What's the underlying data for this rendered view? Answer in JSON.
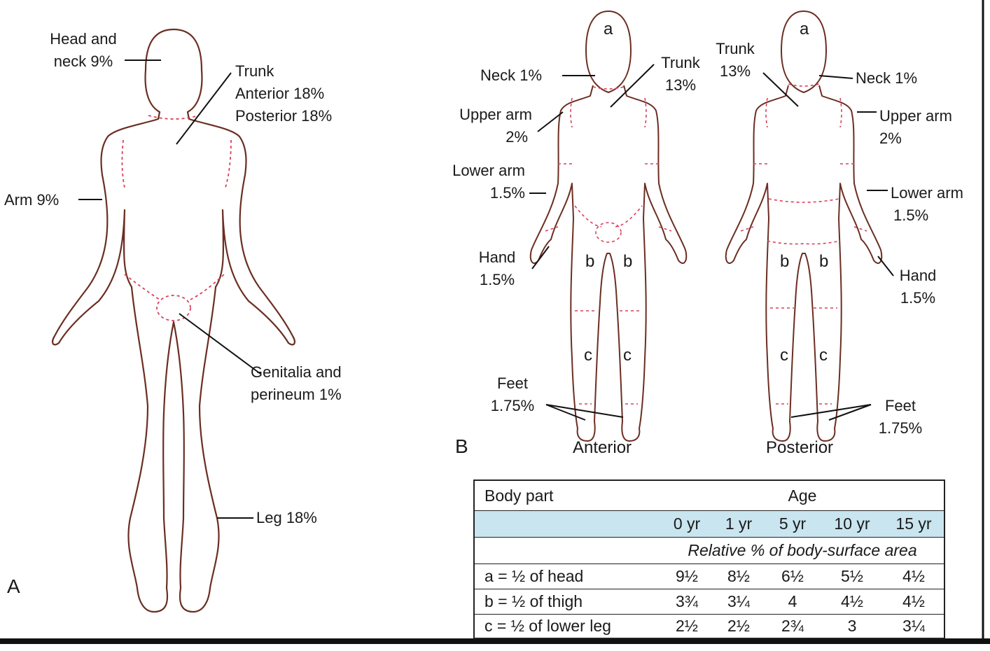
{
  "panel_a": {
    "letter": "A",
    "labels": {
      "head": [
        "Head and",
        "neck 9%"
      ],
      "trunk": [
        "Trunk",
        "Anterior 18%",
        "Posterior 18%"
      ],
      "arm": "Arm 9%",
      "genitalia": [
        "Genitalia and",
        "perineum 1%"
      ],
      "leg": "Leg 18%"
    }
  },
  "panel_b": {
    "letter": "B",
    "anterior": {
      "view_label": "Anterior",
      "neck": "Neck 1%",
      "trunk": [
        "Trunk",
        "13%"
      ],
      "upper_arm": [
        "Upper arm",
        "2%"
      ],
      "lower_arm": [
        "Lower arm",
        "1.5%"
      ],
      "hand": [
        "Hand",
        "1.5%"
      ],
      "feet": [
        "Feet",
        "1.75%"
      ]
    },
    "posterior": {
      "view_label": "Posterior",
      "neck": "Neck 1%",
      "trunk": [
        "Trunk",
        "13%"
      ],
      "upper_arm": [
        "Upper arm",
        "2%"
      ],
      "lower_arm": [
        "Lower arm",
        "1.5%"
      ],
      "hand": [
        "Hand",
        "1.5%"
      ],
      "feet": [
        "Feet",
        "1.75%"
      ]
    },
    "region_letters": {
      "head": "a",
      "thigh": "b",
      "lower_leg": "c"
    }
  },
  "table": {
    "header_body_part": "Body part",
    "header_age": "Age",
    "ages": [
      "0 yr",
      "1 yr",
      "5 yr",
      "10 yr",
      "15 yr"
    ],
    "subheader": "Relative % of body-surface area",
    "rows": [
      {
        "label": "a = ½ of head",
        "values": [
          "9½",
          "8½",
          "6½",
          "5½",
          "4½"
        ]
      },
      {
        "label": "b = ½ of thigh",
        "values": [
          "3¾",
          "3¼",
          "4",
          "4½",
          "4½"
        ]
      },
      {
        "label": "c = ½ of lower leg",
        "values": [
          "2½",
          "2½",
          "2¾",
          "3",
          "3¼"
        ]
      }
    ]
  },
  "colors": {
    "outline": "#6b2e22",
    "region_dash": "#d9405a",
    "table_shade": "#c9e5ef"
  }
}
